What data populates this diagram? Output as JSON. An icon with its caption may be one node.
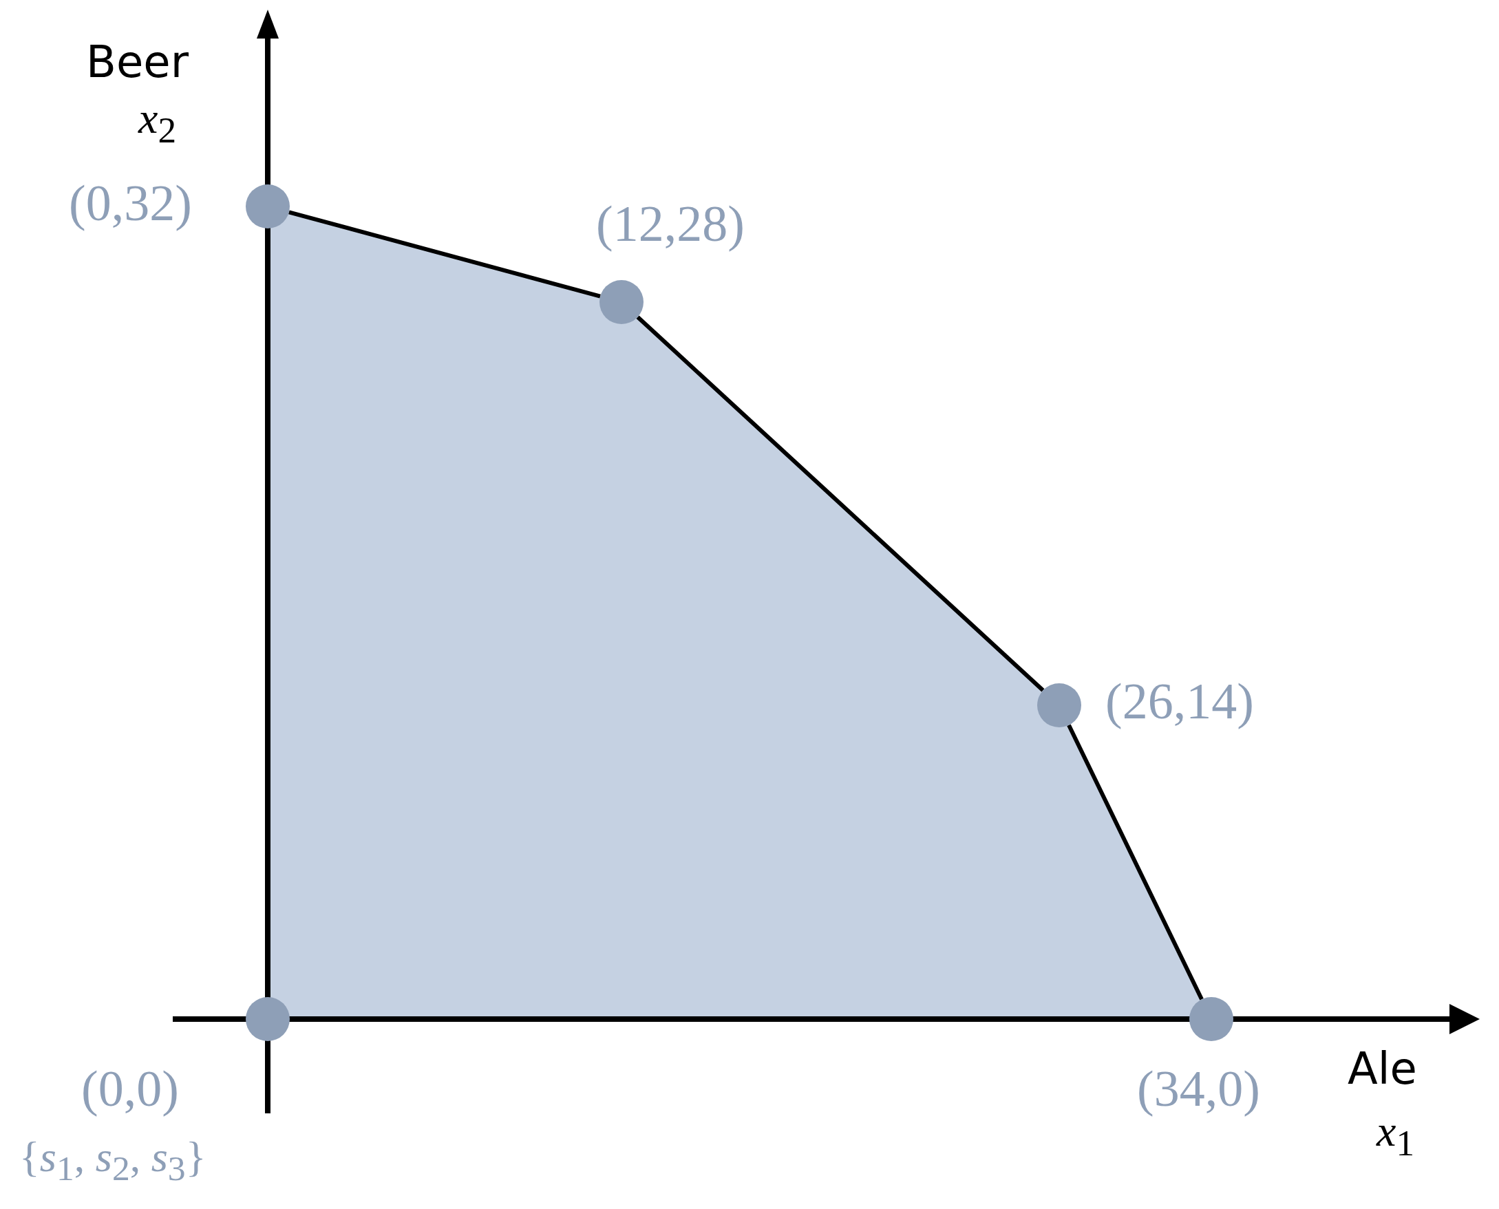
{
  "diagram": {
    "nodes": [
      {
        "text": [],
        "shape": "circle",
        "beside": [
          "(0,32)"
        ]
      },
      {
        "text": [],
        "shape": "circle",
        "beside": [
          "(12,28)"
        ]
      },
      {
        "text": [],
        "shape": "circle",
        "beside": [
          "(26,14)"
        ]
      },
      {
        "text": [],
        "shape": "circle",
        "beside": [
          "(0,0)",
          "{*s*$_{1}$, *s*$_{2}$, *s*$_{3}$}"
        ]
      },
      {
        "text": [],
        "shape": "circle",
        "beside": [
          "(34,0)"
        ]
      }
    ],
    "edges": [
      {
        "from": 0,
        "to": 1,
        "arrow": "none"
      },
      {
        "from": 1,
        "to": 2,
        "arrow": "none"
      },
      {
        "from": 2,
        "to": 4,
        "arrow": "none"
      }
    ],
    "labels": [
      "Beer",
      "*x*$_{2}$",
      "Ale",
      "*x*$_{1}$"
    ]
  }
}
